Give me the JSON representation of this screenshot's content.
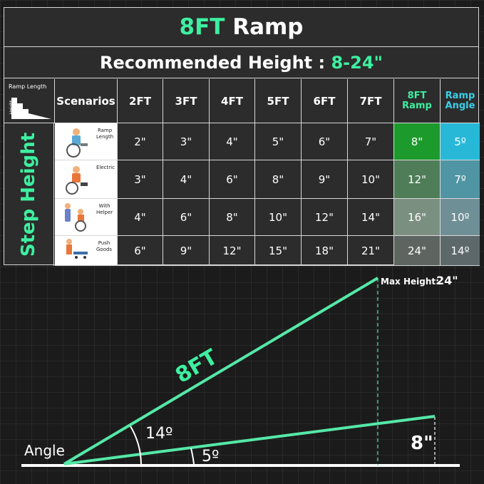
{
  "title": {
    "accent": "8FT",
    "rest": " Ramp"
  },
  "subtitle": {
    "label": "Recommended Height : ",
    "value": "8-24\""
  },
  "header": {
    "key_length": "Ramp Length",
    "key_height": "Height",
    "scenarios": "Scenarios",
    "lengths": [
      "2FT",
      "3FT",
      "4FT",
      "5FT",
      "6FT",
      "7FT"
    ],
    "ramp_top": "8FT",
    "ramp_bottom": "Ramp",
    "angle_top": "Ramp",
    "angle_bottom": "Angle"
  },
  "side_label": "Step Height",
  "rows": [
    {
      "scenario": [
        "Ramp",
        "Length"
      ],
      "icon": "wheelchair-user-icon",
      "heights": [
        "2\"",
        "3\"",
        "4\"",
        "5\"",
        "6\"",
        "7\""
      ],
      "ramp": "8\"",
      "angle": "5º",
      "ramp_color": "#1d9a2c",
      "angle_color": "#27b8d8"
    },
    {
      "scenario": [
        "Electric"
      ],
      "icon": "electric-wheelchair-icon",
      "heights": [
        "3\"",
        "4\"",
        "6\"",
        "8\"",
        "9\"",
        "10\""
      ],
      "ramp": "12\"",
      "angle": "7º",
      "ramp_color": "#4f7d58",
      "angle_color": "#4f95a3"
    },
    {
      "scenario": [
        "With",
        "Helper"
      ],
      "icon": "helper-wheelchair-icon",
      "heights": [
        "4\"",
        "6\"",
        "8\"",
        "10\"",
        "12\"",
        "14\""
      ],
      "ramp": "16\"",
      "angle": "10º",
      "ramp_color": "#7b8f80",
      "angle_color": "#6f8f97"
    },
    {
      "scenario": [
        "Push",
        "Goods"
      ],
      "icon": "push-cart-icon",
      "heights": [
        "6\"",
        "9\"",
        "12\"",
        "15\"",
        "18\"",
        "21\""
      ],
      "ramp": "24\"",
      "angle": "14º",
      "ramp_color": "#5e6560",
      "angle_color": "#5d686b"
    }
  ],
  "diagram": {
    "max_height_label": "Max Height:",
    "max_height_value": "24\"",
    "ramp_label": "8FT",
    "angle_label": "Angle",
    "steep_angle": "14º",
    "shallow_angle": "5º",
    "low_height": "8\""
  },
  "colors": {
    "accent_green": "#3df0a0",
    "accent_cyan": "#3ad0e8",
    "line_green": "#55e8a8"
  }
}
